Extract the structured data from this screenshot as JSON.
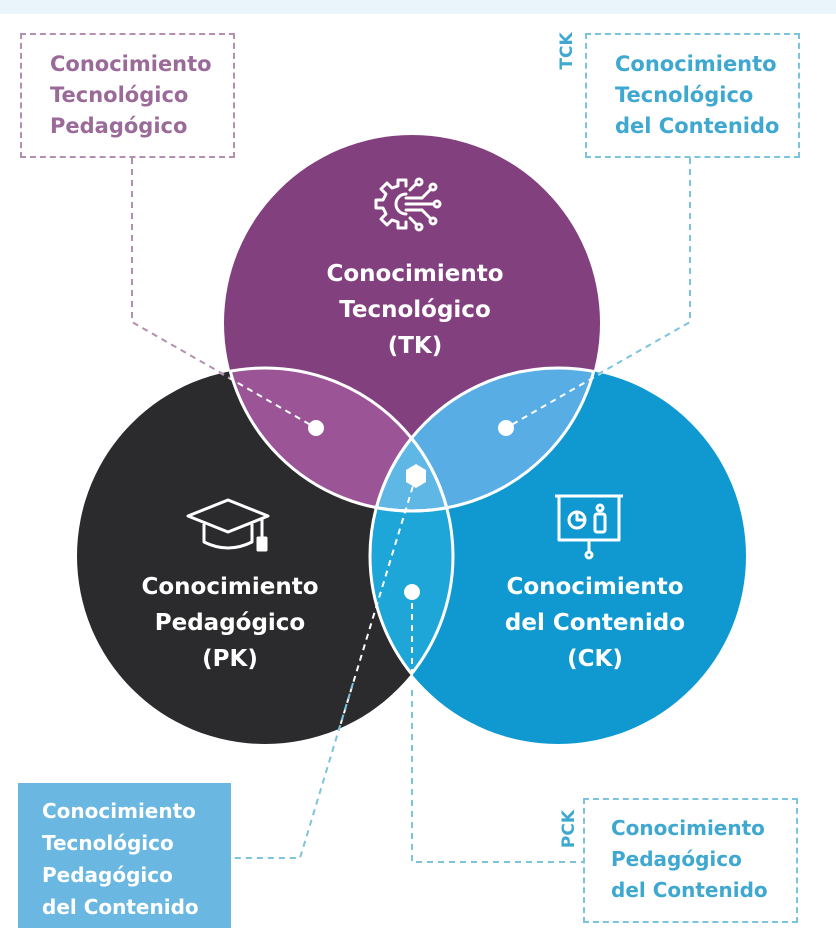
{
  "colors": {
    "tk": "#82407f",
    "pk": "#2b2b2d",
    "ck": "#0f99d0",
    "tk_pk": "#9b5596",
    "tk_ck": "#58ade5",
    "pk_ck": "#1fa6d8",
    "center": "#5fb7e6",
    "dashed_purple": "#b48fb1",
    "dashed_blue": "#7cc3dd",
    "tpack_box": "#6ab7e2"
  },
  "circles": {
    "tk": {
      "lines": [
        "Conocimiento",
        "Tecnológico",
        "(TK)"
      ],
      "icon": "gear-circuit-icon"
    },
    "pk": {
      "lines": [
        "Conocimiento",
        "Pedagógico",
        "(PK)"
      ],
      "icon": "graduation-cap-icon"
    },
    "ck": {
      "lines": [
        "Conocimiento",
        "del Contenido",
        "(CK)"
      ],
      "icon": "presentation-board-icon"
    }
  },
  "callouts": {
    "tpk": {
      "lines": [
        "Conocimiento",
        "Tecnológico",
        "Pedagógico"
      ]
    },
    "tck": {
      "tag": "TCK",
      "lines": [
        "Conocimiento",
        "Tecnológico",
        "del Contenido"
      ]
    },
    "tpack": {
      "lines": [
        "Conocimiento",
        "Tecnológico",
        "Pedagógico",
        "del Contenido"
      ]
    },
    "pck": {
      "tag": "PCK",
      "lines": [
        "Conocimiento",
        "Pedagógico",
        "del Contenido"
      ]
    }
  }
}
